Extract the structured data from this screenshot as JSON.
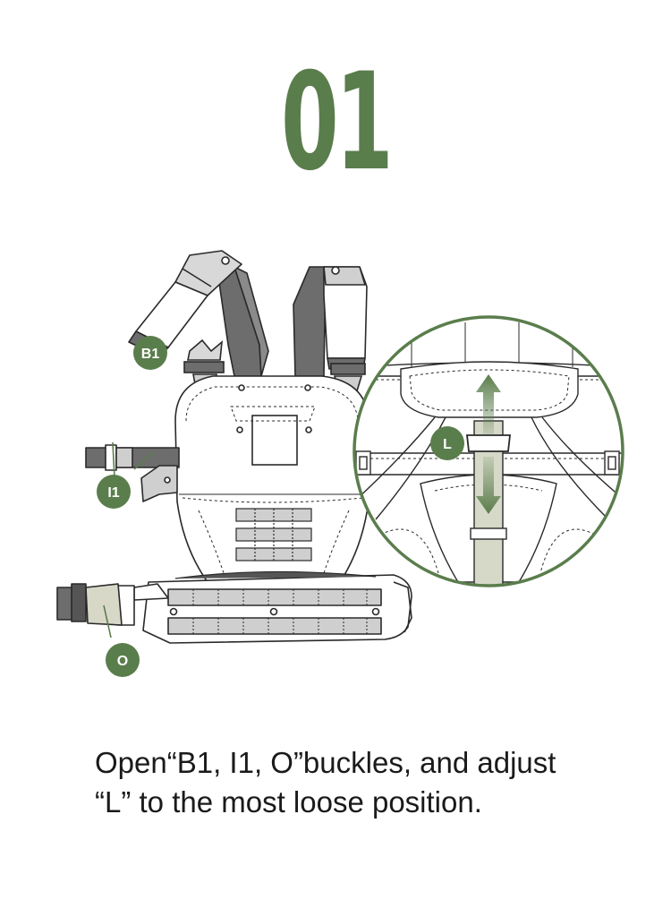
{
  "step": {
    "number": "01",
    "color": "#5a7d4c"
  },
  "labels": {
    "b1": "B1",
    "i1": "I1",
    "o": "O",
    "l": "L"
  },
  "instruction": {
    "line1": "Open“B1, I1, O”buckles, and adjust",
    "line2": "“L” to the most loose position."
  },
  "colors": {
    "accent_green": "#5a7d4c",
    "strap_dark": "#6d6d6d",
    "strap_light": "#cfcfcf",
    "strap_tan": "#d7d9c8",
    "outline": "#2a2a2a"
  }
}
